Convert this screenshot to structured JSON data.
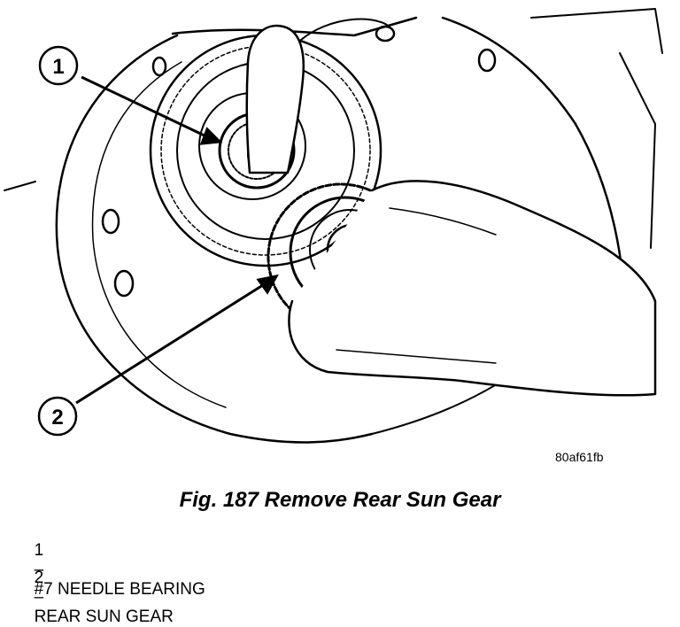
{
  "callouts": [
    {
      "number": "1"
    },
    {
      "number": "2"
    }
  ],
  "illustration_code": "80af61fb",
  "caption": "Fig. 187 Remove Rear Sun Gear",
  "legend": [
    {
      "number": "1",
      "dash": "–",
      "label": "#7 NEEDLE BEARING"
    },
    {
      "number": "2",
      "dash": "–",
      "label": "REAR SUN GEAR"
    }
  ]
}
